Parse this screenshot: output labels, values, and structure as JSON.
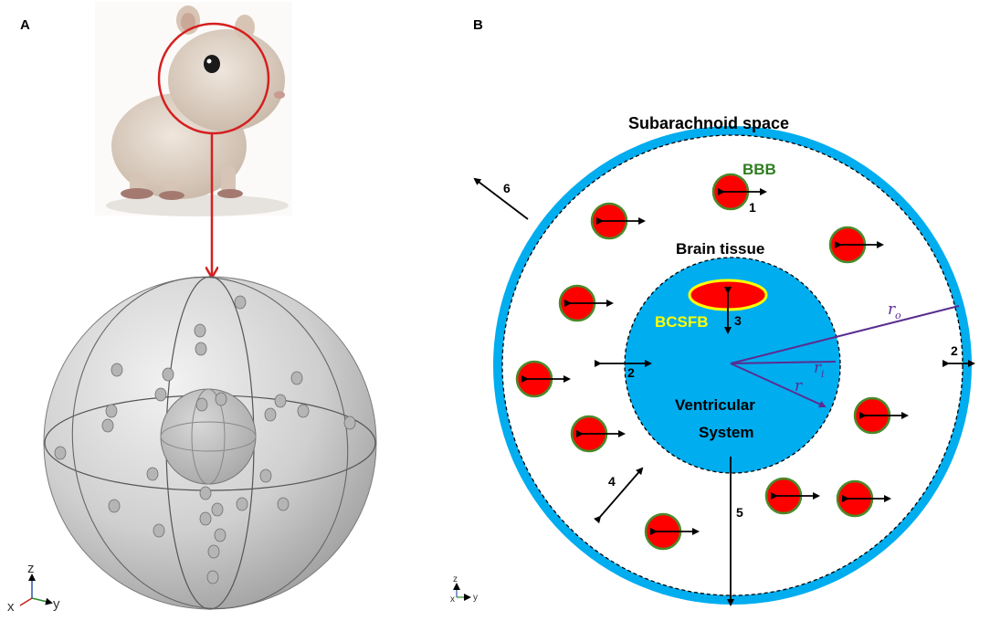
{
  "panels": {
    "a": {
      "label": "A"
    },
    "b": {
      "label": "B"
    }
  },
  "photo": {
    "subject": "gerbil",
    "icon": "gerbil-photo"
  },
  "axes": {
    "a": {
      "x": "x",
      "y": "y",
      "z": "z"
    },
    "b": {
      "x": "x",
      "y": "y",
      "z": "z"
    }
  },
  "labels": {
    "subarachnoid": "Subarachnoid space",
    "bbb": "BBB",
    "brain_tissue": "Brain tissue",
    "bcsfb": "BCSFB",
    "ventricular_1": "Ventricular",
    "ventricular_2": "System",
    "r_o": "o",
    "r_i": "i",
    "r_main": "r",
    "r_sym": "r"
  },
  "numbers": {
    "n1": "1",
    "n2a": "2",
    "n2b": "2",
    "n3": "3",
    "n4": "4",
    "n5": "5",
    "n6": "6"
  },
  "colors": {
    "csf_blue": "#00adef",
    "capillary_red": "#ff0000",
    "capillary_ring": "#4a8a2a",
    "bbb_green": "#2e7d1e",
    "bcsfb_yellow": "#ffff00",
    "radius_purple": "#5a2d91",
    "pointer_red": "#d42020"
  }
}
